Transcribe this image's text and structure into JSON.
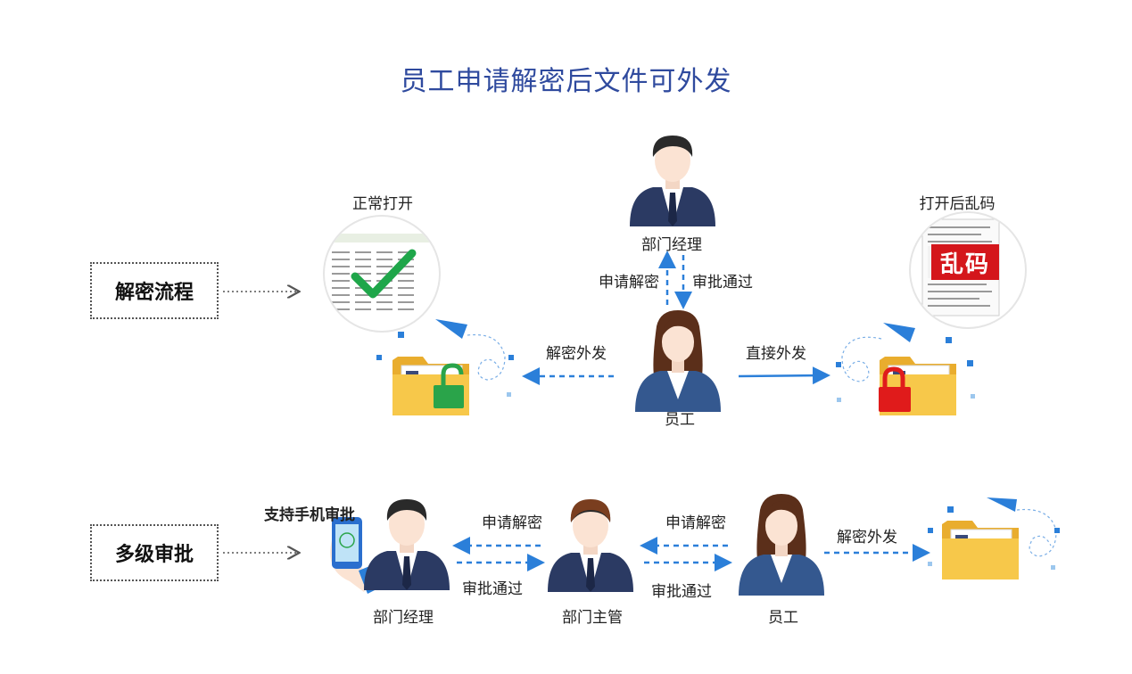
{
  "title": "员工申请解密后文件可外发",
  "flow1": {
    "section": "解密流程",
    "manager": "部门经理",
    "employee": "员工",
    "apply": "申请解密",
    "approve": "审批通过",
    "left_action": "解密外发",
    "right_action": "直接外发",
    "left_result": "正常打开",
    "right_result": "打开后乱码",
    "garbled_stamp": "乱码"
  },
  "flow2": {
    "section": "多级审批",
    "mobile_note": "支持手机审批",
    "manager": "部门经理",
    "supervisor": "部门主管",
    "employee": "员工",
    "apply_1": "申请解密",
    "approve_1": "审批通过",
    "apply_2": "申请解密",
    "approve_2": "审批通过",
    "send": "解密外发"
  },
  "colors": {
    "title": "#2f4a9e",
    "arrow": "#2b7fd9",
    "folder": "#f7c84a",
    "unlock": "#2aa44a",
    "lock": "#e01b1b",
    "check": "#1fa64a",
    "suit": "#2b3a63",
    "suit_female": "#34588f",
    "garbled": "#d4161b"
  }
}
